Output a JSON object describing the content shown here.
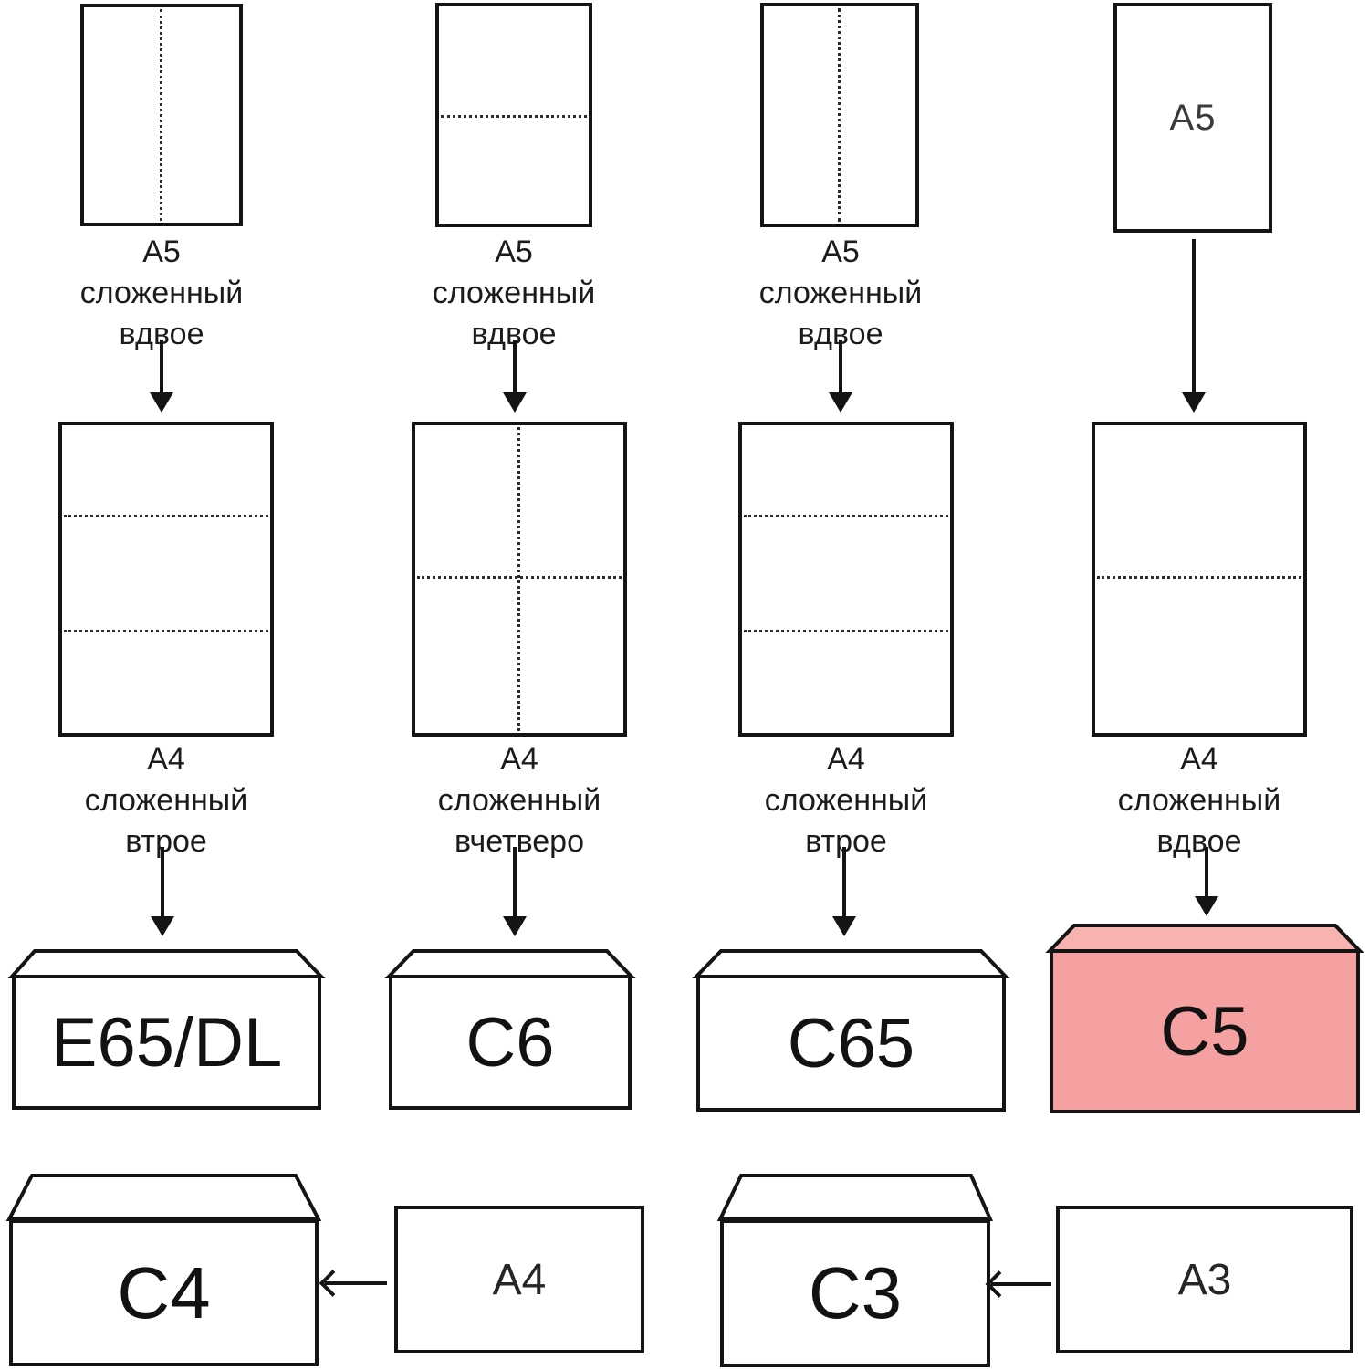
{
  "colors": {
    "outline": "#141414",
    "background": "#ffffff",
    "text": "#1b1b1b",
    "c5_envelope_body": "#f5a1a2",
    "c5_envelope_flap": "#f8b2b0"
  },
  "columns": [
    {
      "top_sheet": {
        "size": "A5",
        "fold": "half-vertical",
        "caption_lines": [
          "А5",
          "сложенный",
          "вдвое"
        ]
      },
      "middle_sheet": {
        "size": "A4",
        "fold": "thirds-horizontal",
        "caption_lines": [
          "А4",
          "сложенный",
          "втрое"
        ]
      },
      "envelope": {
        "label": "E65/DL",
        "highlighted": false
      }
    },
    {
      "top_sheet": {
        "size": "A5",
        "fold": "half-horizontal",
        "caption_lines": [
          "А5",
          "сложенный",
          "вдвое"
        ]
      },
      "middle_sheet": {
        "size": "A4",
        "fold": "quarters-cross",
        "caption_lines": [
          "А4",
          "сложенный",
          "вчетверо"
        ]
      },
      "envelope": {
        "label": "C6",
        "highlighted": false
      }
    },
    {
      "top_sheet": {
        "size": "A5",
        "fold": "half-vertical",
        "caption_lines": [
          "А5",
          "сложенный",
          "вдвое"
        ]
      },
      "middle_sheet": {
        "size": "A4",
        "fold": "thirds-horizontal",
        "caption_lines": [
          "А4",
          "сложенный",
          "втрое"
        ]
      },
      "envelope": {
        "label": "C65",
        "highlighted": false
      }
    },
    {
      "top_sheet": {
        "size": "A5",
        "fold": "none",
        "inner_label": "A5"
      },
      "middle_sheet": {
        "size": "A4",
        "fold": "half-horizontal",
        "caption_lines": [
          "А4",
          "сложенный",
          "вдвое"
        ]
      },
      "envelope": {
        "label": "C5",
        "highlighted": true
      }
    }
  ],
  "bottom_row": [
    {
      "envelope": {
        "label": "C4",
        "highlighted": false
      },
      "sheet": {
        "label": "A4"
      }
    },
    {
      "envelope": {
        "label": "C3",
        "highlighted": false
      },
      "sheet": {
        "label": "A3"
      }
    }
  ]
}
